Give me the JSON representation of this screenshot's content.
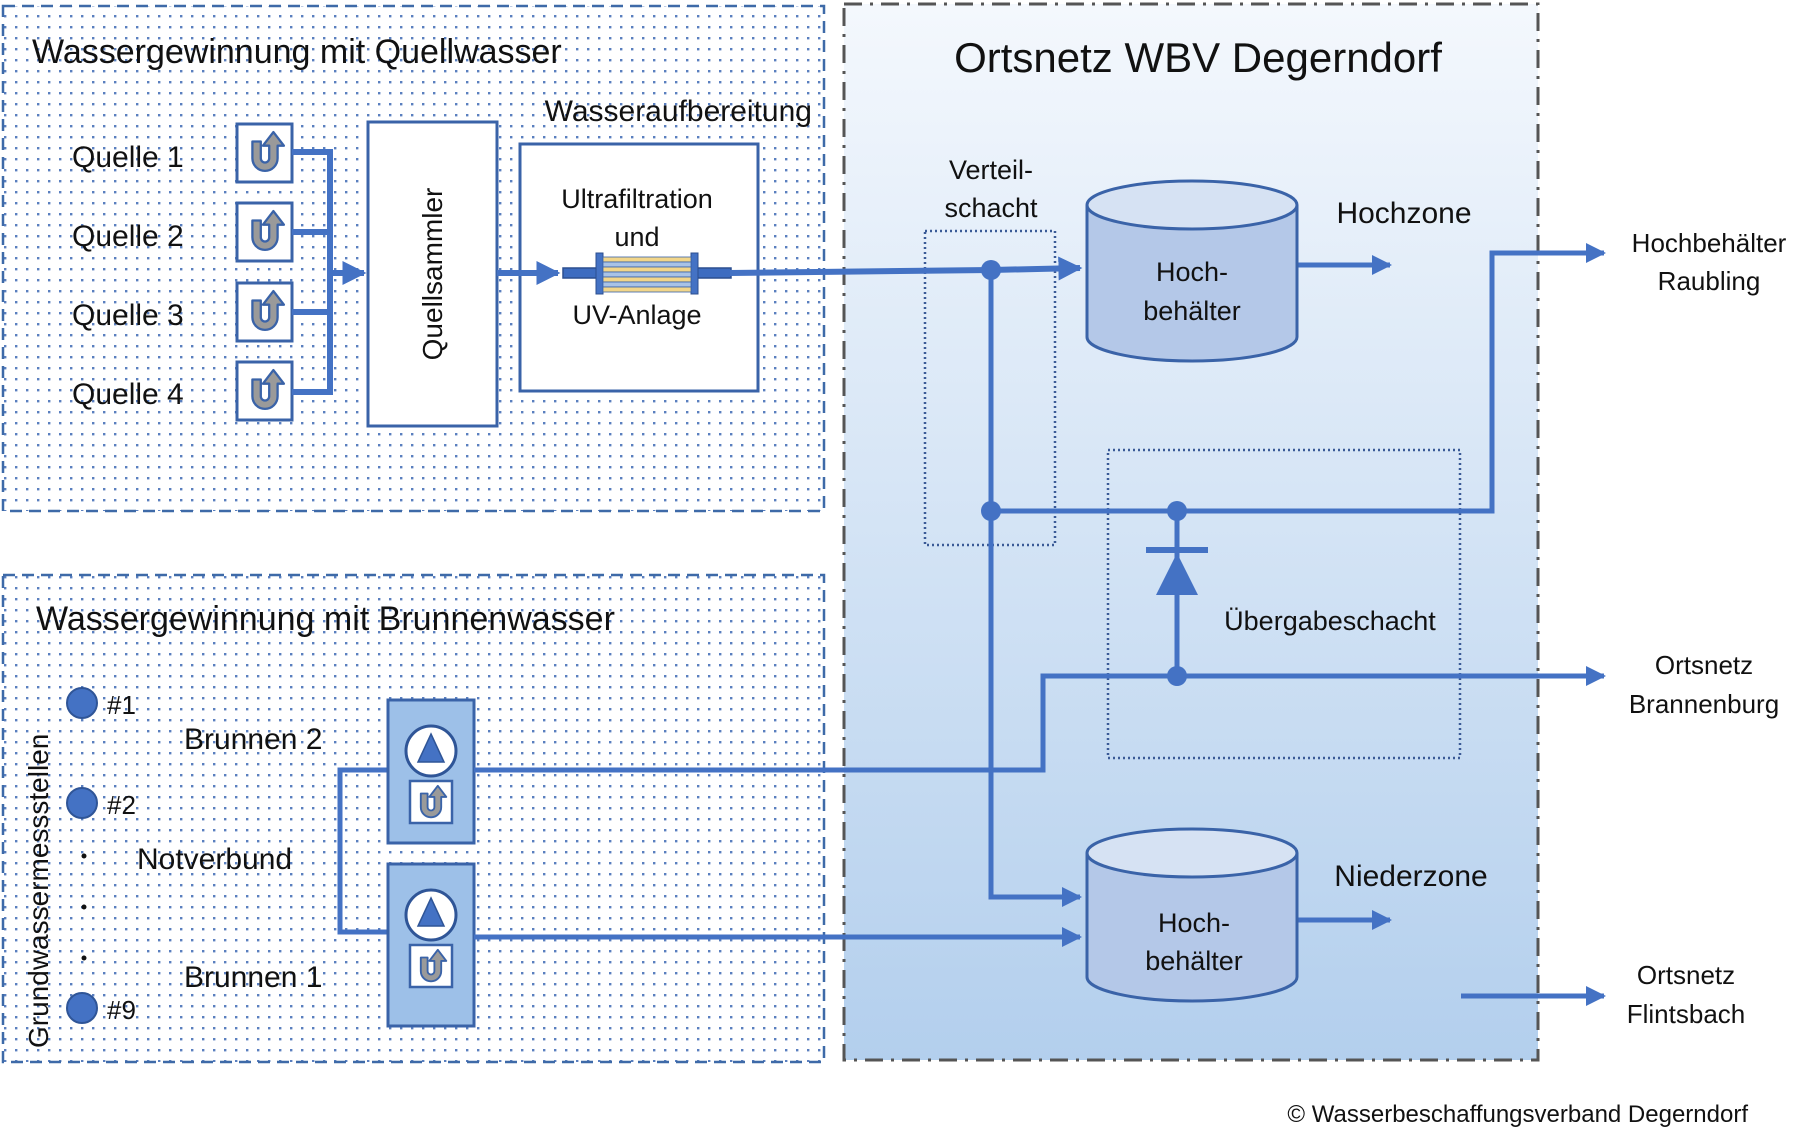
{
  "colors": {
    "pipe": "#4472c4",
    "outline": "#3a63a8",
    "tank_body": "#b4c8e8",
    "tank_top": "#d6e2f3",
    "icon_grey": "#9a9a9a",
    "filter_yellow": "#f2d68a",
    "filter_blue": "#a9c3e6",
    "pump_box": "#9dc0e8",
    "network_bg_top": "#f2f7fd",
    "network_bg_bottom": "#b7d1ee"
  },
  "spring_section": {
    "title": "Wassergewinnung mit Quellwasser",
    "sources": [
      {
        "label": "Quelle 1",
        "icon": "spring-uturn-icon"
      },
      {
        "label": "Quelle 2",
        "icon": "spring-uturn-icon"
      },
      {
        "label": "Quelle 3",
        "icon": "spring-uturn-icon"
      },
      {
        "label": "Quelle 4",
        "icon": "spring-uturn-icon"
      }
    ],
    "collector_label": "Quellsammler",
    "treatment_heading": "Wasseraufbereitung",
    "treatment_lines": [
      "Ultrafiltration",
      "und",
      "UV-Anlage"
    ]
  },
  "well_section": {
    "title": "Wassergewinnung mit Brunnenwasser",
    "monitoring_label": "Grundwassermessstellen",
    "monitoring_points": [
      "#1",
      "#2",
      "#9"
    ],
    "wells": [
      "Brunnen 2",
      "Brunnen 1"
    ],
    "emergency_link_label": "Notverbund"
  },
  "network": {
    "title": "Ortsnetz WBV Degerndorf",
    "distribution_shaft": [
      "Verteil-",
      "schacht"
    ],
    "tank_label": [
      "Hoch-",
      "behälter"
    ],
    "high_zone": "Hochzone",
    "low_zone": "Niederzone",
    "transfer_shaft": "Übergabeschacht"
  },
  "outputs": [
    {
      "lines": [
        "Hochbehälter",
        "Raubling"
      ]
    },
    {
      "lines": [
        "Ortsnetz",
        "Brannenburg"
      ]
    },
    {
      "lines": [
        "Ortsnetz",
        "Flintsbach"
      ]
    }
  ],
  "copyright": "© Wasserbeschaffungsverband Degerndorf"
}
